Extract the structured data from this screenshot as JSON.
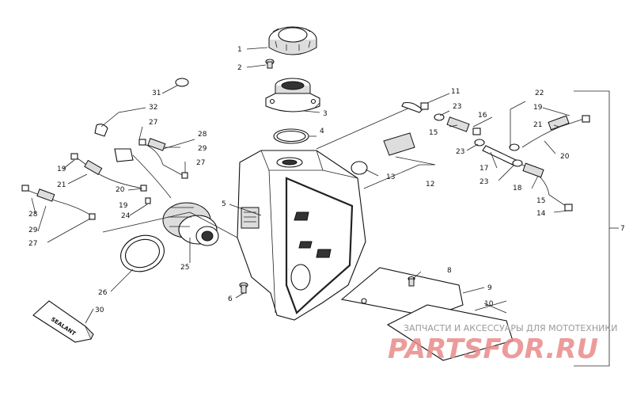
{
  "diagram": {
    "callouts": [
      "1",
      "2",
      "3",
      "4",
      "5",
      "6",
      "7",
      "8",
      "9",
      "10",
      "11",
      "12",
      "13",
      "14",
      "15",
      "16",
      "17",
      "18",
      "19",
      "20",
      "21",
      "22",
      "23",
      "24",
      "25",
      "26",
      "27",
      "28",
      "29",
      "30",
      "31",
      "32"
    ],
    "tube_label": "SEALANT"
  },
  "watermark": {
    "caption": "ЗАПЧАСТИ И АКСЕССУАРЫ ДЛЯ МОТОТЕХНИКИ",
    "logo": "PARTSFOR.RU"
  }
}
